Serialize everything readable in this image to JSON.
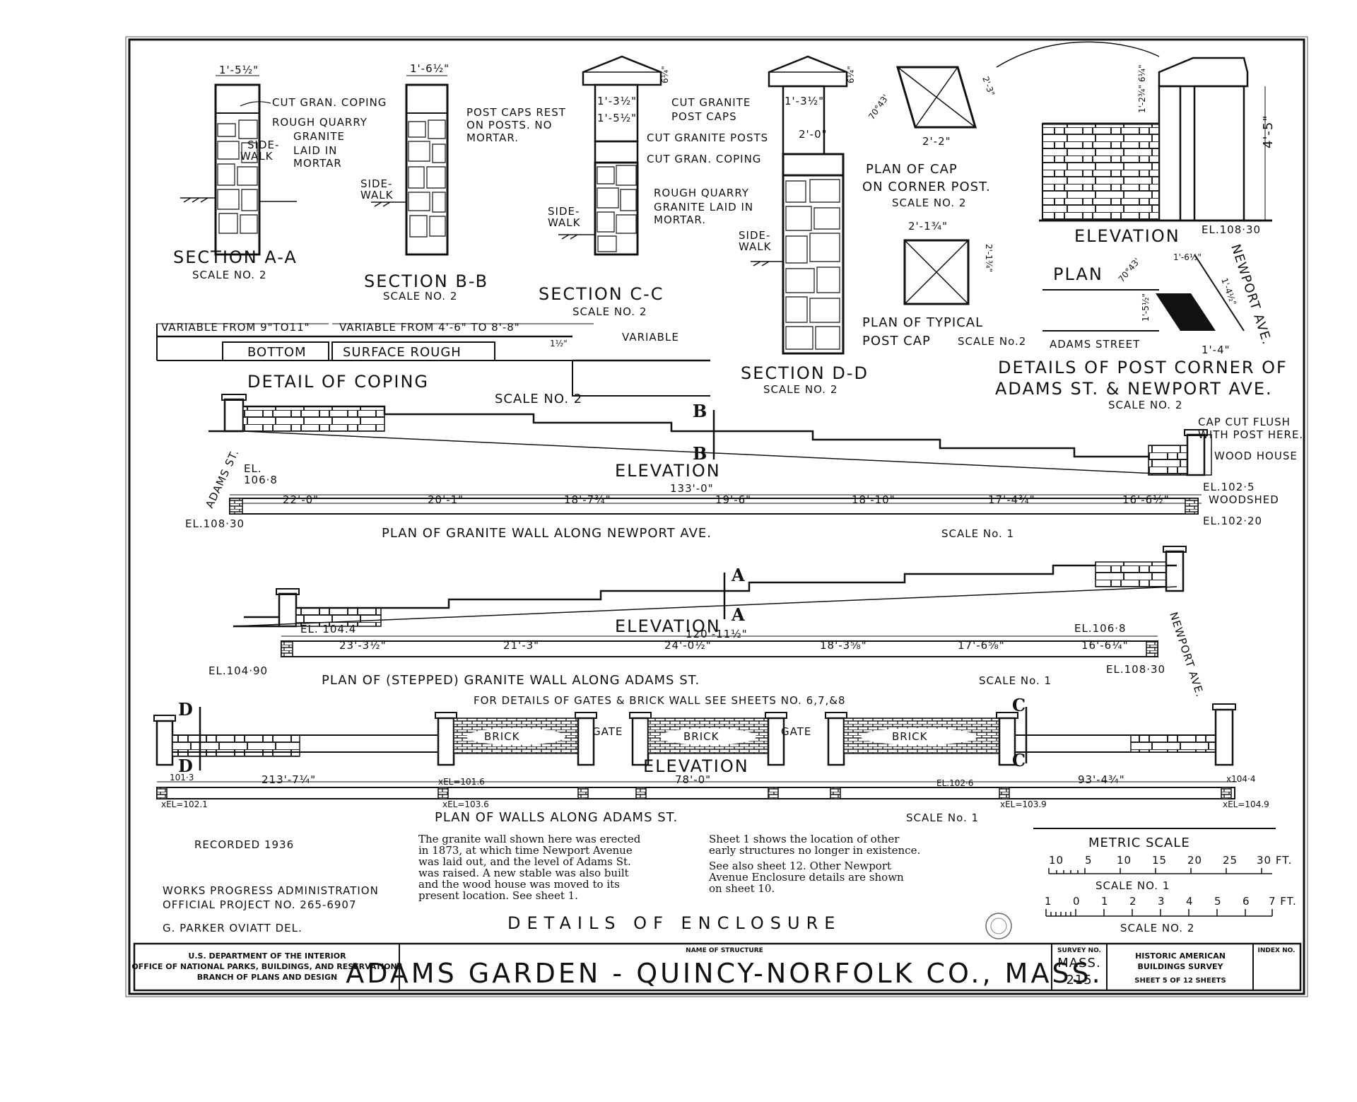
{
  "sections": {
    "aa": {
      "title": "SECTION A-A",
      "scale": "SCALE NO. 2",
      "width": "1'-5½\"",
      "coping": "CUT GRAN. COPING",
      "granite": "ROUGH QUARRY GRANITE LAID IN MORTAR",
      "sidewalk": "SIDE-WALK"
    },
    "bb": {
      "title": "SECTION B-B",
      "scale": "SCALE NO. 2",
      "width": "1'-6½\"",
      "sidewalk": "SIDE-WALK"
    },
    "cc": {
      "title": "SECTION C-C",
      "scale": "SCALE NO. 2",
      "cap_height": "6¼\"",
      "dim1": "1'-3½\"",
      "dim2": "1'-5½\"",
      "note": "POST CAPS REST ON POSTS. NO MORTAR.",
      "post_caps": "CUT GRANITE POST CAPS",
      "posts": "CUT GRANITE POSTS",
      "coping": "CUT GRAN. COPING",
      "granite": "ROUGH QUARRY GRANITE LAID IN MORTAR.",
      "sidewalk": "SIDE-WALK"
    },
    "dd": {
      "title": "SECTION D-D",
      "scale": "SCALE NO. 2",
      "cap_height": "6¼\"",
      "dim1": "1'-3½\"",
      "dim2": "2'-0\"",
      "sidewalk": "SIDE-WALK"
    }
  },
  "coping": {
    "title": "DETAIL OF COPING",
    "scale": "SCALE NO. 2",
    "var1": "VARIABLE FROM 9\"TO11\"",
    "var2": "VARIABLE FROM 4'-6\" TO 8'-8\"",
    "var3": "VARIABLE",
    "bottom": "BOTTOM",
    "surface": "SURFACE ROUGH",
    "dim": "1½\""
  },
  "caps": {
    "corner_title": "PLAN OF CAP ON CORNER POST.",
    "corner_scale": "SCALE NO. 2",
    "corner_dim1": "2'-3\"",
    "corner_dim2": "2'-2\"",
    "corner_angle": "70°43'",
    "typical_title": "PLAN OF TYPICAL POST CAP",
    "typical_scale": "SCALE No.2",
    "typical_dim1": "2'-1¾\"",
    "typical_dim2": "2'-1¾\""
  },
  "corner": {
    "elevation": "ELEVATION",
    "plan": "PLAN",
    "height": "4'-5\"",
    "cap_dims": "1'-2¾\"  6¼\"",
    "el": "EL.108·30",
    "adams": "ADAMS STREET",
    "newport": "NEWPORT AVE.",
    "dim1": "1'-6½\"",
    "dim2": "1'-5½\"",
    "dim3": "1'-4½\"",
    "dim4": "1'-4\"",
    "angle": "70°43'",
    "title1": "DETAILS OF POST CORNER OF",
    "title2": "ADAMS ST. & NEWPORT AVE.",
    "scale": "SCALE NO. 2"
  },
  "newport_wall": {
    "elevation": "ELEVATION",
    "title": "PLAN OF GRANITE WALL ALONG NEWPORT AVE.",
    "scale": "SCALE No. 1",
    "total": "133'-0\"",
    "dims": [
      "22'-0\"",
      "20'-1\"",
      "18'-7¾\"",
      "19'-6\"",
      "18'-10\"",
      "17'-4¾\"",
      "16'-6½\""
    ],
    "street": "ADAMS ST.",
    "el1": "EL.",
    "el1v": "106·8",
    "el2": "EL.108·30",
    "el3": "EL.102·5",
    "el4": "WOODSHED",
    "el5": "EL.102·20",
    "capcut1": "CAP CUT FLUSH",
    "capcut2": "WITH POST HERE.",
    "woodhouse": "WOOD HOUSE",
    "mark": "B"
  },
  "adams_wall": {
    "elevation": "ELEVATION",
    "title": "PLAN OF (STEPPED) GRANITE WALL ALONG ADAMS ST.",
    "scale": "SCALE No. 1",
    "total": "120'-11½\"",
    "dims": [
      "23'-3½\"",
      "21'-3\"",
      "24'-0½\"",
      "18'-3⅝\"",
      "17'-6⅝\"",
      "16'-6¼\""
    ],
    "el1": "EL. 104.4",
    "el2": "EL.104·90",
    "el3": "EL.106·8",
    "el4": "EL.108·30",
    "newport": "NEWPORT AVE.",
    "mark": "A"
  },
  "gates": {
    "note": "FOR DETAILS OF GATES & BRICK WALL SEE SHEETS NO. 6,7,&8",
    "brick": "BRICK",
    "gate": "GATE",
    "elevation": "ELEVATION",
    "title": "PLAN OF WALLS ALONG ADAMS ST.",
    "scale": "SCALE No. 1",
    "dim1": "213'-7¼\"",
    "dim2": "78'-0\"",
    "dim3": "93'-4¾\"",
    "el": [
      "101·3",
      "xEL=102.1",
      "xEL=101.6",
      "xEL=103.6",
      "EL.102·6",
      "xEL=103.9",
      "x104·4",
      "xEL=104.9"
    ],
    "mark_d": "D",
    "mark_c": "C"
  },
  "notes": {
    "recorded": "RECORDED 1936",
    "text1": [
      "The granite wall shown here was erected",
      "in 1873, at which time Newport Avenue",
      "was laid out, and the level of Adams St.",
      "was raised. A new stable was also built",
      "and the wood house was moved to its",
      "present location. See sheet 1."
    ],
    "text2": [
      "Sheet 1 shows the location of other",
      "early structures no longer in existence.",
      "See also sheet 12. Other Newport",
      "Avenue Enclosure details are shown",
      "on sheet 10."
    ],
    "wpa1": "WORKS PROGRESS ADMINISTRATION",
    "wpa2": "OFFICIAL PROJECT NO. 265-6907",
    "delineator": "G. PARKER OVIATT DEL.",
    "title": "DETAILS OF ENCLOSURE"
  },
  "scales": {
    "metric": "METRIC SCALE",
    "metric_ticks": [
      "10",
      "5",
      "10",
      "15",
      "20",
      "25",
      "30 FT."
    ],
    "s1": "SCALE NO. 1",
    "s2_ticks": [
      "1",
      "0",
      "1",
      "2",
      "3",
      "4",
      "5",
      "6",
      "7 FT."
    ],
    "s2": "SCALE NO. 2"
  },
  "titleblock": {
    "dept1": "U.S. DEPARTMENT OF THE INTERIOR",
    "dept2": "OFFICE OF NATIONAL PARKS, BUILDINGS, AND RESERVATIONS",
    "dept3": "BRANCH OF PLANS AND DESIGN",
    "name_label": "NAME OF STRUCTURE",
    "name": "ADAMS GARDEN - QUINCY-NORFOLK CO., MASS.",
    "survey_label": "SURVEY NO.",
    "survey1": "MASS.",
    "survey2": "215",
    "habs1": "HISTORIC AMERICAN",
    "habs2": "BUILDINGS SURVEY",
    "sheet": "SHEET 5 OF 12 SHEETS",
    "index": "INDEX NO."
  }
}
